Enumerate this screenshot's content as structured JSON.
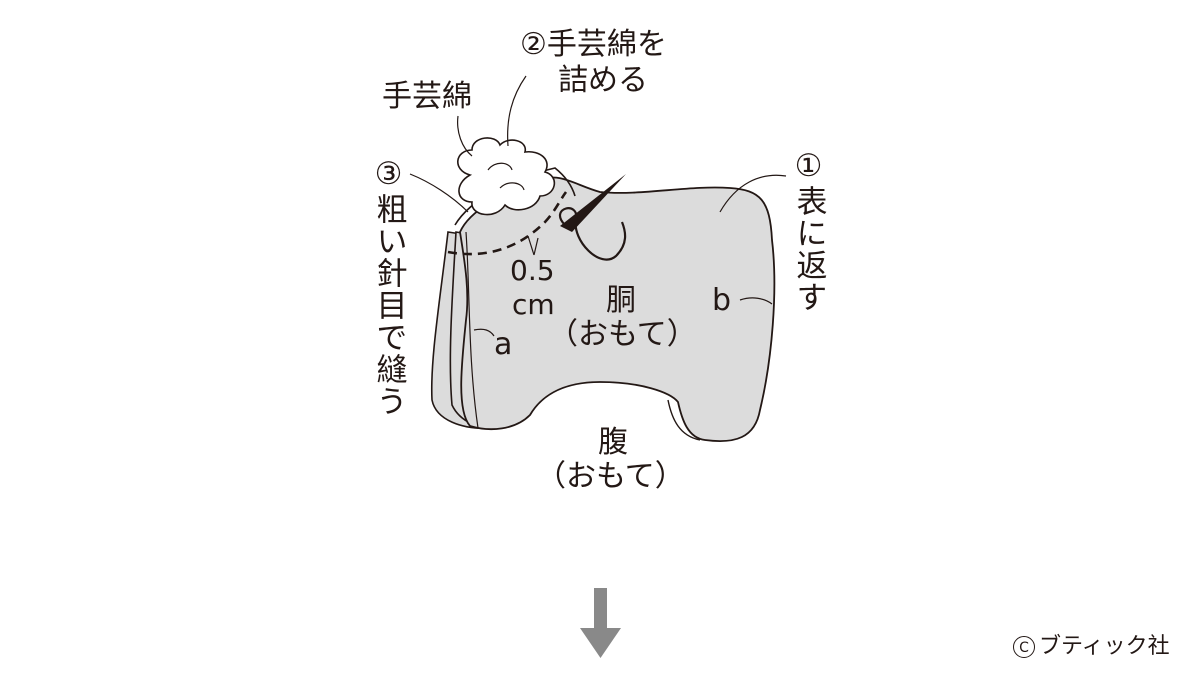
{
  "labels": {
    "stuffing_title": "手芸綿",
    "step2_num": "②",
    "step2_line1": "手芸綿を",
    "step2_line2": "詰める",
    "step1_num": "①",
    "step1_text": "表に返す",
    "step3_num": "③",
    "step3_text": "粗い針目で縫う",
    "seam_value": "0.5",
    "seam_unit": "cm",
    "body_name": "胴",
    "body_side": "（おもて）",
    "belly_name": "腹",
    "belly_side": "（おもて）",
    "point_a": "a",
    "point_b": "b"
  },
  "colors": {
    "fabric": "#dcdcdc",
    "outline": "#231815",
    "arrow": "#898989"
  },
  "icons": {
    "next_step": "down-arrow-icon",
    "needle": "needle-icon",
    "copyright": "copyright-icon"
  },
  "copyright": {
    "symbol": "C",
    "text": "ブティック社"
  }
}
